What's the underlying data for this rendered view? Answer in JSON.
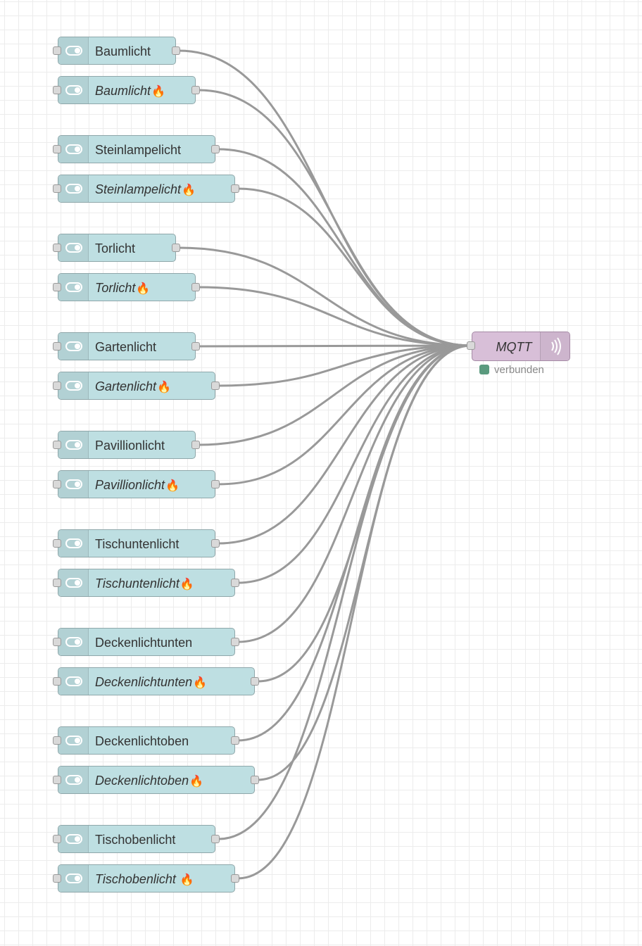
{
  "inject_nodes": [
    {
      "label": "Baumlicht",
      "italic": false,
      "fire": false
    },
    {
      "label": "Baumlicht",
      "italic": true,
      "fire": true
    },
    {
      "label": "Steinlampelicht",
      "italic": false,
      "fire": false
    },
    {
      "label": "Steinlampelicht",
      "italic": true,
      "fire": true
    },
    {
      "label": "Torlicht",
      "italic": false,
      "fire": false
    },
    {
      "label": "Torlicht",
      "italic": true,
      "fire": true
    },
    {
      "label": "Gartenlicht",
      "italic": false,
      "fire": false
    },
    {
      "label": "Gartenlicht",
      "italic": true,
      "fire": true
    },
    {
      "label": "Pavillionlicht",
      "italic": false,
      "fire": false
    },
    {
      "label": "Pavillionlicht",
      "italic": true,
      "fire": true
    },
    {
      "label": "Tischuntenlicht",
      "italic": false,
      "fire": false
    },
    {
      "label": "Tischuntenlicht",
      "italic": true,
      "fire": true
    },
    {
      "label": "Deckenlichtunten",
      "italic": false,
      "fire": false
    },
    {
      "label": "Deckenlichtunten",
      "italic": true,
      "fire": true
    },
    {
      "label": "Deckenlichtoben",
      "italic": false,
      "fire": false
    },
    {
      "label": "Deckenlichtoben",
      "italic": true,
      "fire": true
    },
    {
      "label": "Tischobenlicht",
      "italic": false,
      "fire": false
    },
    {
      "label": "Tischobenlicht ",
      "italic": true,
      "fire": true
    }
  ],
  "mqtt_node": {
    "label": "MQTT",
    "status": "verbunden",
    "status_color": "#5a9a7e"
  },
  "colors": {
    "inject_node": "#bedfe2",
    "mqtt_node": "#d8bfd8",
    "wire": "#999999"
  },
  "icons": {
    "inject_icon": "toggle-icon",
    "fire_icon": "fire-icon",
    "mqtt_icon": "wireless-icon"
  }
}
